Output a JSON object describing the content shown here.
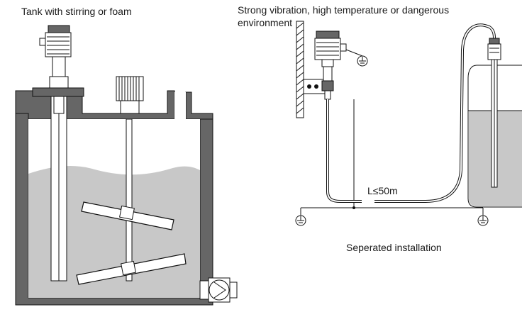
{
  "left": {
    "title": "Tank with stirring or foam"
  },
  "right": {
    "title_line1": "Strong vibration, high temperature or dangerous",
    "title_line2": "environment",
    "cable_label": "L≤50m",
    "caption": "Seperated installation"
  },
  "colors": {
    "tank_wall": "#666666",
    "liquid": "#c8c8c8",
    "outline": "#111111",
    "background": "#ffffff"
  }
}
